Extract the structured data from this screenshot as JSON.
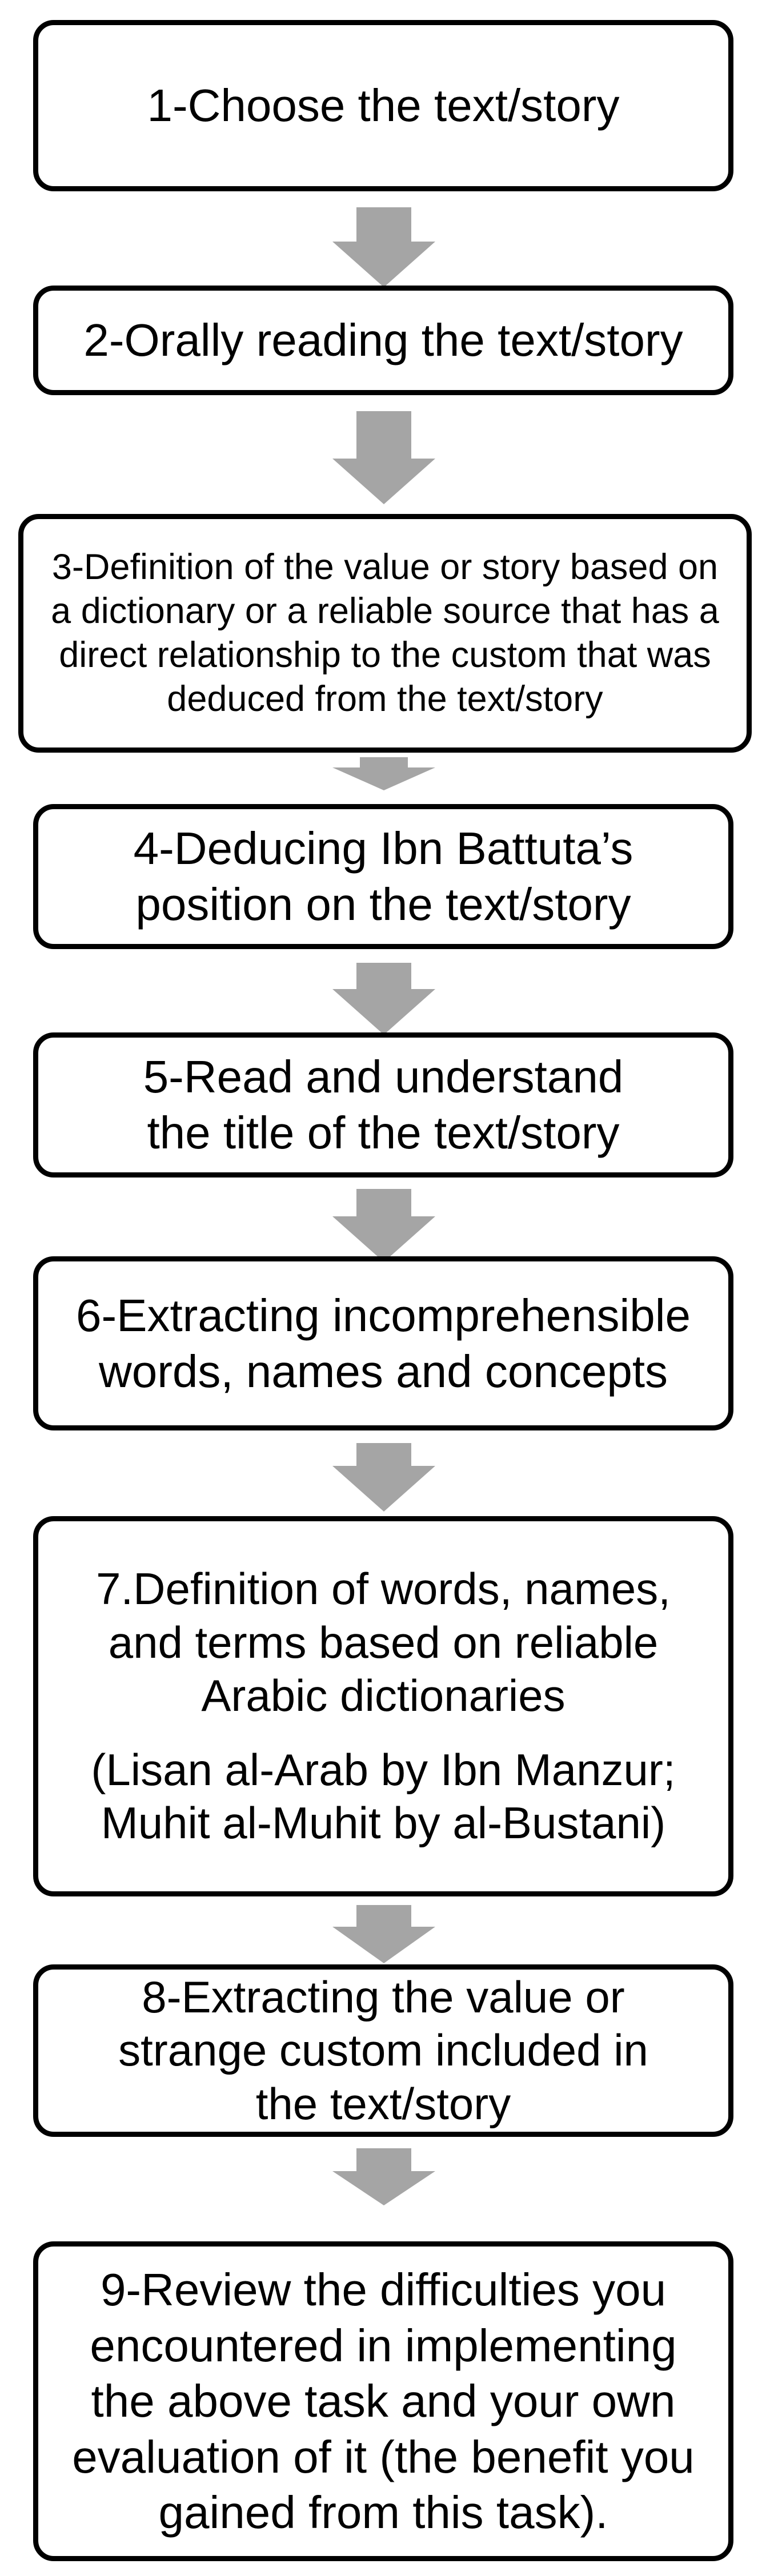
{
  "steps": [
    {
      "label": "1-Choose the text/story"
    },
    {
      "label": "2-Orally reading the text/story"
    },
    {
      "label": "3-Definition of the value or story based on a dictionary or a reliable source that has a direct relationship to the custom that was deduced from the text/story"
    },
    {
      "label": "4-Deducing Ibn Battuta’s position on the text/story"
    },
    {
      "label": "5-Read and understand the title of the text/story"
    },
    {
      "label": "6-Extracting incomprehensible words, names and concepts"
    },
    {
      "label": "7.Definition of words, names, and terms based on reliable Arabic dictionaries",
      "note": "(Lisan al-Arab by Ibn Manzur; Muhit al-Muhit by al-Bustani)"
    },
    {
      "label": "8-Extracting the value or strange custom included in the text/story"
    },
    {
      "label": "9-Review the difficulties you encountered in implementing the above task and your own evaluation of it (the benefit you gained from this task)."
    }
  ],
  "colors": {
    "box_border": "#000000",
    "arrow_fill": "#a5a5a5",
    "background": "#ffffff"
  }
}
